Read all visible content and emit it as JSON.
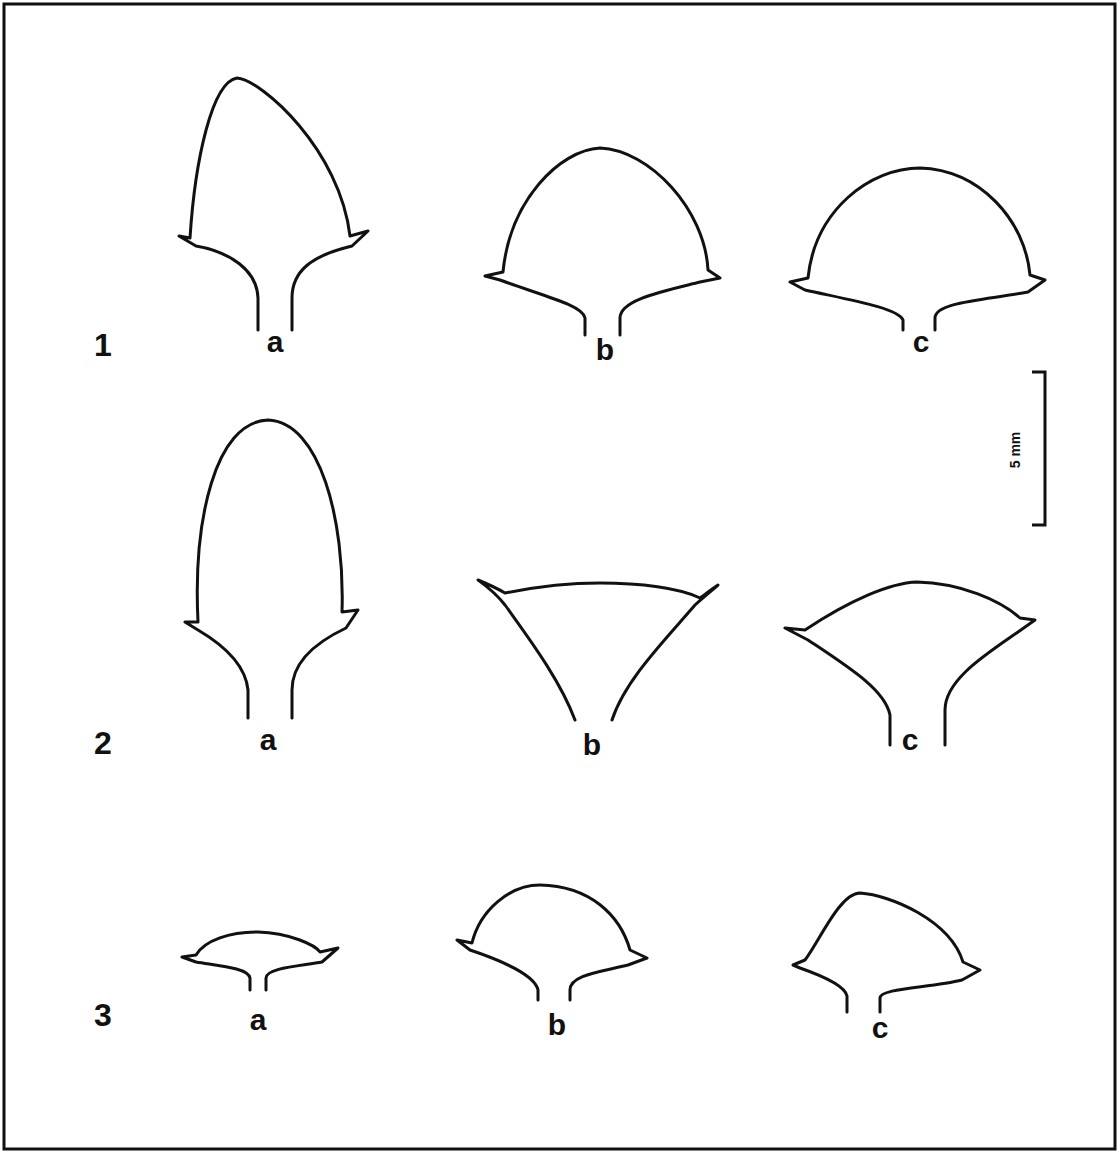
{
  "diagram": {
    "labels": [
      "1",
      "a",
      "b",
      "c",
      "5 mm",
      "2",
      "a",
      "b",
      "c",
      "3",
      "a",
      "b",
      "c"
    ]
  }
}
